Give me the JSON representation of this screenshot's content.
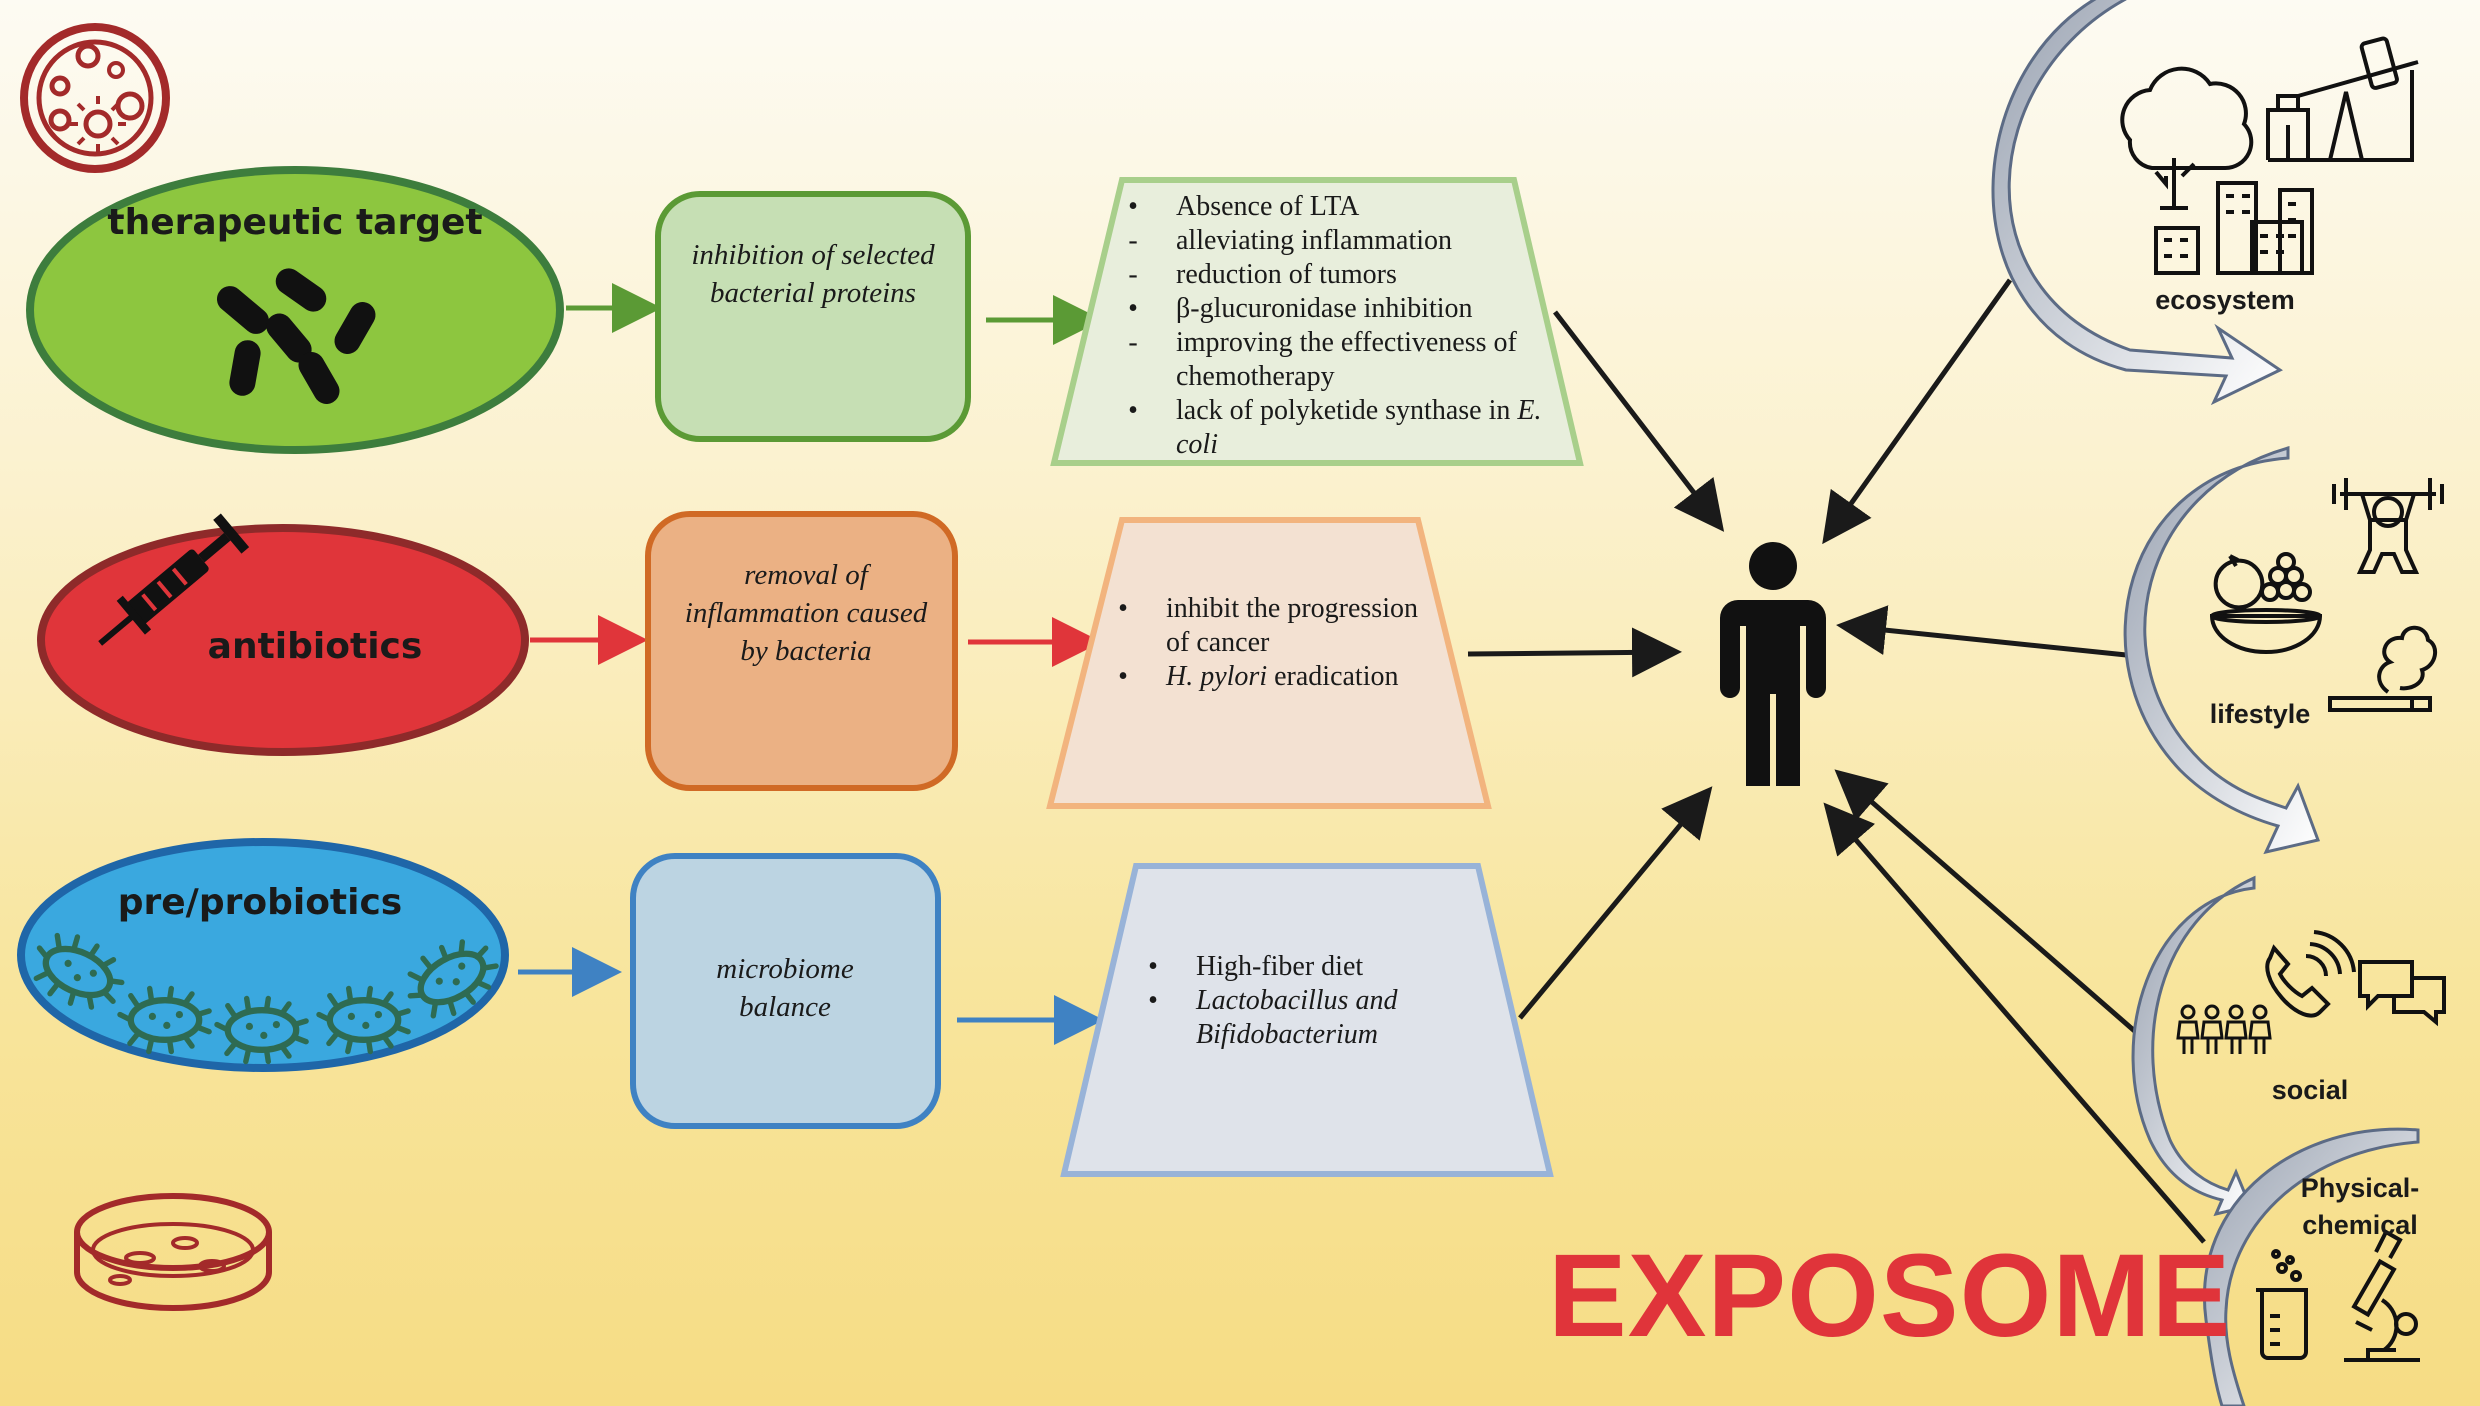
{
  "rows": [
    {
      "oval_label": "therapeutic target",
      "oval_fill": "#8dc63f",
      "box_text": "inhibition of selected bacterial proteins",
      "box_fill": "#c6dfb4",
      "box_border": "#5b9a35",
      "effects": [
        {
          "marker": "•",
          "text": "Absence of LTA"
        },
        {
          "marker": "-",
          "text": "alleviating inflammation"
        },
        {
          "marker": "-",
          "text": "reduction of tumors"
        },
        {
          "marker": "•",
          "text": "β-glucuronidase inhibition"
        },
        {
          "marker": "-",
          "text": "improving the effectiveness of chemotherapy"
        },
        {
          "marker": "•",
          "text": "lack of polyketide synthase in",
          "italic_tail": "E. coli"
        }
      ]
    },
    {
      "oval_label": "antibiotics",
      "oval_fill": "#e0353a",
      "box_text": "removal of inflammation caused by bacteria",
      "box_fill": "#ebb184",
      "box_border": "#d06a25",
      "effects": [
        {
          "marker": "•",
          "text": "inhibit the progression of cancer"
        },
        {
          "marker": "•",
          "italic_head": "H. pylori",
          "text": "eradication"
        }
      ]
    },
    {
      "oval_label": "pre/probiotics",
      "oval_fill": "#3aa8df",
      "box_text": "microbiome balance",
      "box_fill": "#bcd4e2",
      "box_border": "#3f82c3",
      "effects": [
        {
          "marker": "•",
          "text": "High-fiber diet"
        },
        {
          "marker": "•",
          "italic": true,
          "text": "Lactobacillus and Bifidobacterium"
        }
      ]
    }
  ],
  "exposome": {
    "title": "EXPOSOME",
    "title_color": "#e0343a",
    "factors": [
      "ecosystem",
      "lifestyle",
      "social",
      "Physical-chemical"
    ]
  },
  "icons": [
    "petri-dish-icon",
    "bacteria-icon",
    "syringe-icon",
    "microbe-icon",
    "person-icon",
    "tree-icon",
    "oil-pump-icon",
    "buildings-icon",
    "weightlifter-icon",
    "fruit-bowl-icon",
    "cigarette-icon",
    "phone-icon",
    "chat-icon",
    "people-icon",
    "beaker-icon",
    "microscope-icon"
  ]
}
